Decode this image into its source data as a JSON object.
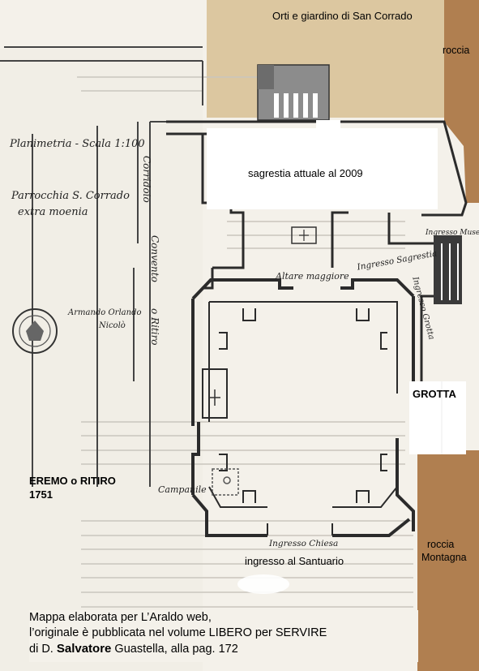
{
  "map": {
    "area_labels": {
      "orti": "Orti e giardino di San Corrado",
      "roccia_top": "roccia",
      "sagrestia": "sagrestia attuale al 2009",
      "grotta": "GROTTA",
      "eremo": "EREMO o RITIRO",
      "eremo_year": "1751",
      "ingresso": "ingresso al Santuario",
      "roccia_bottom": "roccia",
      "montagna": "Montagna"
    },
    "handwritten": {
      "planimetria": "Planimetria - Scala 1:100",
      "parrocchia": "Parrocchia S. Corrado",
      "extra_moenia": "extra moenia",
      "corridoio": "Corridoio",
      "convento": "Convento",
      "ritiro": "o Ritiro",
      "altare": "Altare maggiore",
      "ingresso_sagrestia": "Ingresso Sagrestia",
      "ingresso_museo": "Ingresso Museo",
      "ingresso_grotta": "Ingresso Grotta",
      "campanile": "Campanile",
      "ingresso_chiesa": "Ingresso Chiesa",
      "stamp_note": "Armando Orlando",
      "stamp_note2": "Nicolò"
    },
    "caption": {
      "line1": "Mappa elaborata per L’Araldo web,",
      "line2_pre": "l’originale è pubblicata nel volume ",
      "line2_book": "LIBERO per SERVIRE",
      "line3_pre": "di D. ",
      "line3_name": "Salvatore",
      "line3_post": " Guastella, alla pag. 172"
    },
    "colors": {
      "garden": "#dcc7a0",
      "rock": "#b07f50",
      "paper": "#f4f1ea",
      "wall": "#2b2b2b",
      "highlight": "#ffffff"
    }
  }
}
